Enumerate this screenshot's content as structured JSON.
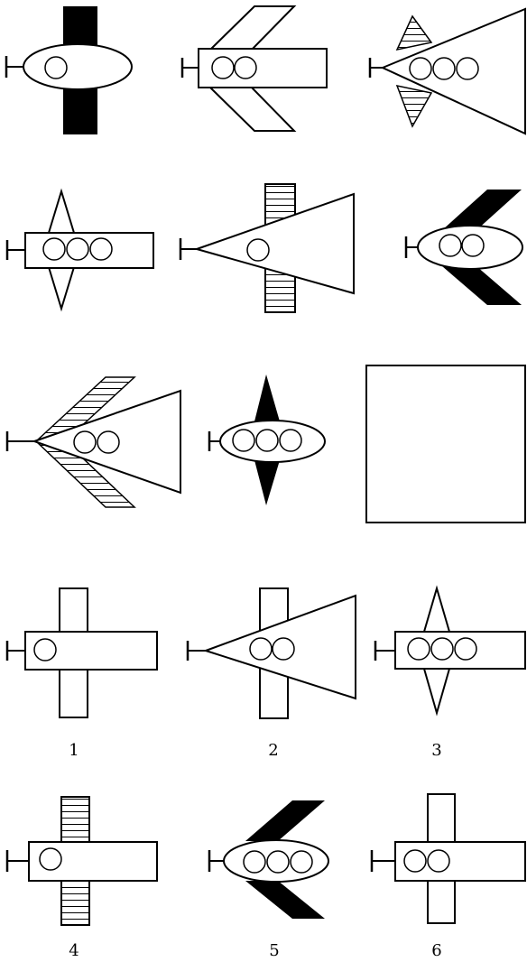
{
  "puzzle": {
    "matrix": [
      {
        "body": "oval",
        "windows": 1,
        "wings": "straight",
        "fill": "solid-black"
      },
      {
        "body": "rectangle",
        "windows": 2,
        "wings": "swept-back",
        "fill": "outline"
      },
      {
        "body": "triangle",
        "windows": 3,
        "wings": "triangular",
        "fill": "hatched"
      },
      {
        "body": "rectangle",
        "windows": 3,
        "wings": "triangular",
        "fill": "outline"
      },
      {
        "body": "triangle",
        "windows": 1,
        "wings": "straight",
        "fill": "hatched"
      },
      {
        "body": "oval",
        "windows": 2,
        "wings": "swept-back",
        "fill": "solid-black"
      },
      {
        "body": "triangle",
        "windows": 2,
        "wings": "swept-back",
        "fill": "hatched"
      },
      {
        "body": "oval",
        "windows": 3,
        "wings": "triangular",
        "fill": "solid-black"
      },
      {
        "body": "empty",
        "windows": 0,
        "wings": "none",
        "fill": "none"
      }
    ],
    "options": [
      {
        "label": "1",
        "body": "rectangle",
        "windows": 1,
        "wings": "straight",
        "fill": "outline"
      },
      {
        "label": "2",
        "body": "triangle",
        "windows": 2,
        "wings": "straight",
        "fill": "outline"
      },
      {
        "label": "3",
        "body": "rectangle",
        "windows": 3,
        "wings": "triangular",
        "fill": "outline"
      },
      {
        "label": "4",
        "body": "rectangle",
        "windows": 1,
        "wings": "straight",
        "fill": "hatched"
      },
      {
        "label": "5",
        "body": "oval",
        "windows": 3,
        "wings": "swept-back",
        "fill": "solid-black"
      },
      {
        "label": "6",
        "body": "rectangle",
        "windows": 2,
        "wings": "straight",
        "fill": "outline"
      }
    ]
  },
  "colors": {
    "ink": "#000000",
    "paper": "#ffffff"
  }
}
